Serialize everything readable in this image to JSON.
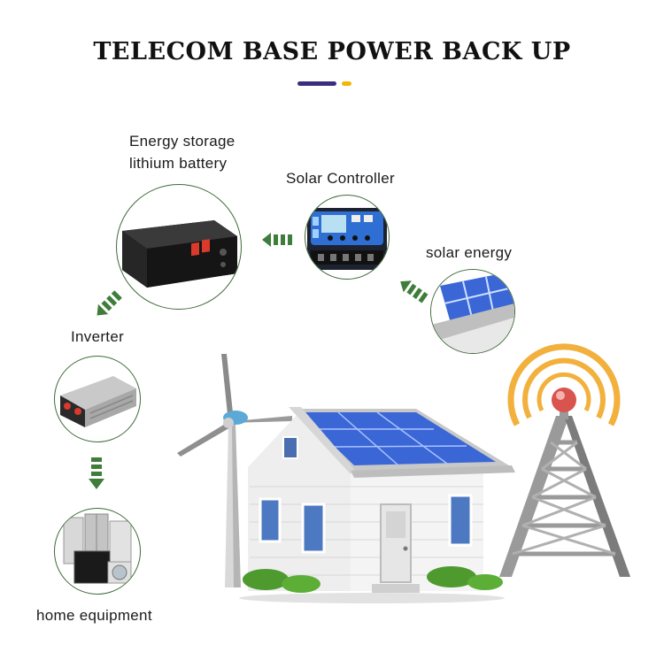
{
  "title": "TELECOM BASE POWER BACK UP",
  "labels": {
    "battery_line1": "Energy storage",
    "battery_line2": "lithium battery",
    "controller": "Solar Controller",
    "solar": "solar energy",
    "inverter": "Inverter",
    "home": "home equipment"
  },
  "icons": {
    "battery": "lithium-battery-icon",
    "controller": "solar-controller-icon",
    "solar": "solar-panel-icon",
    "inverter": "inverter-icon",
    "home": "home-appliances-icon",
    "house": "house-icon",
    "turbine": "wind-turbine-icon",
    "tower": "telecom-tower-icon",
    "arrow": "flow-arrow-icon"
  },
  "colors": {
    "accent_primary": "#3d2e7c",
    "accent_secondary": "#f2b705",
    "circle_border": "#3f6a3a",
    "arrow_green": "#3f7d3a",
    "panel_blue": "#3a66d6",
    "signal_orange": "#f0a21a"
  }
}
